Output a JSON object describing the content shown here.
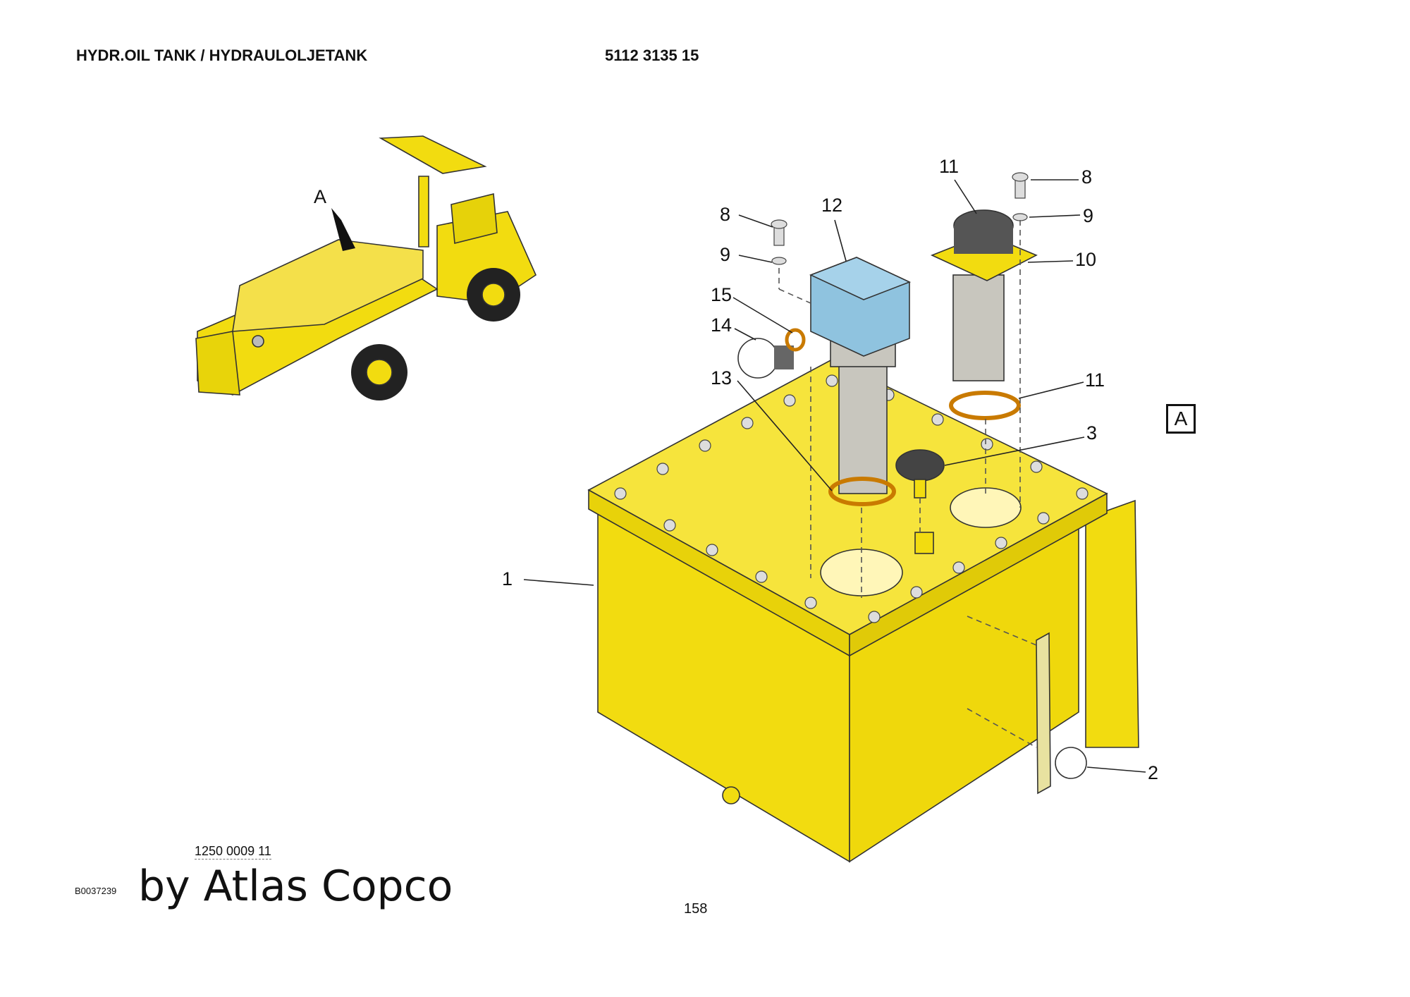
{
  "header": {
    "title": "HYDR.OIL TANK / HYDRAULOLJETANK",
    "part_number": "5112 3135 15"
  },
  "overview": {
    "view_marker": "A"
  },
  "callouts": [
    "1",
    "2",
    "3",
    "8",
    "8",
    "9",
    "9",
    "10",
    "11",
    "11",
    "11",
    "12",
    "13",
    "14",
    "15"
  ],
  "view_label": "A",
  "footer": {
    "reference_number": "1250 0009 11",
    "figure_id": "B0037239",
    "watermark": "by Atlas Copco",
    "page_number": "158"
  },
  "colors": {
    "tank_yellow": "#f2dc10",
    "filter_head_blue": "#8fc3df",
    "filter_grey": "#c8c6be",
    "outline": "#333333"
  }
}
